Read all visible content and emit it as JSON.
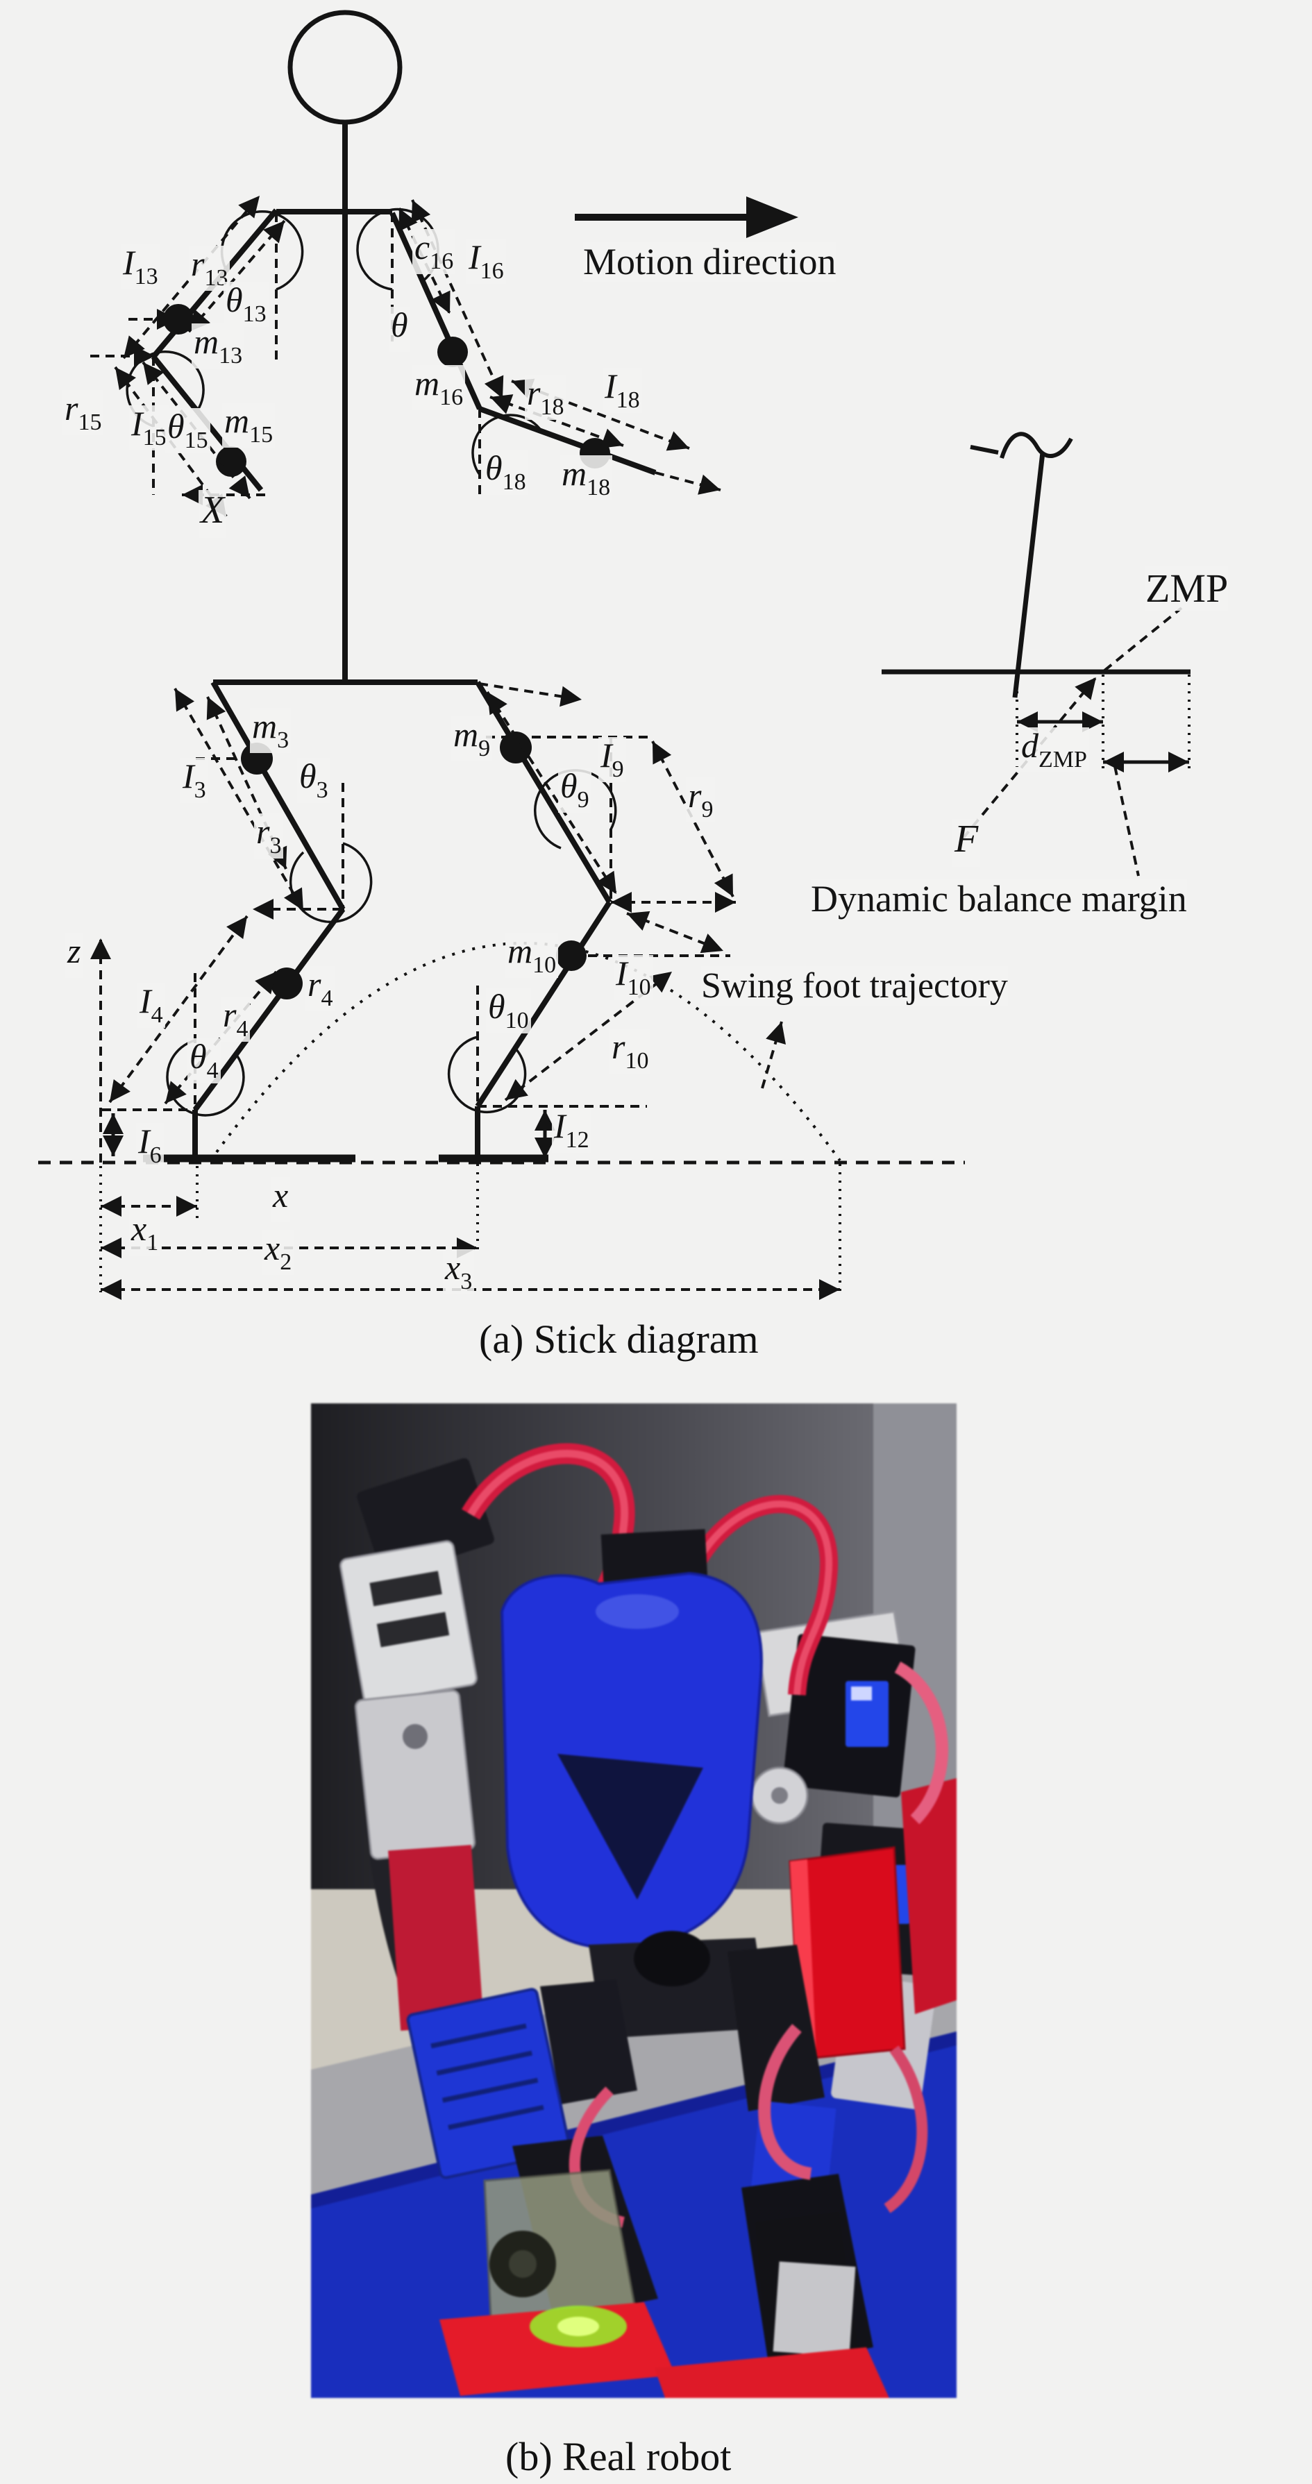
{
  "figure": {
    "panel_a": {
      "caption": "(a) Stick diagram",
      "motion_direction": "Motion direction",
      "swing_trajectory": "Swing foot trajectory",
      "zmp_inset": {
        "zmp": "ZMP",
        "force": {
          "base": "F",
          "sub": ""
        },
        "distance": {
          "base": "d",
          "sub": "ZMP"
        },
        "margin": "Dynamic balance margin"
      },
      "axes": {
        "z": {
          "base": "z",
          "sub": ""
        },
        "x": {
          "base": "x",
          "sub": ""
        },
        "x1": {
          "base": "x",
          "sub": "1"
        },
        "x2": {
          "base": "x",
          "sub": "2"
        },
        "x3": {
          "base": "x",
          "sub": "3"
        },
        "hand_end": {
          "base": "X",
          "sub": ""
        }
      },
      "labels": {
        "I13": {
          "base": "I",
          "sub": "13"
        },
        "r13": {
          "base": "r",
          "sub": "13"
        },
        "th13": {
          "base": "θ",
          "sub": "13"
        },
        "m13": {
          "base": "m",
          "sub": "13"
        },
        "r15": {
          "base": "r",
          "sub": "15"
        },
        "I15": {
          "base": "I",
          "sub": "15"
        },
        "th15": {
          "base": "θ",
          "sub": "15"
        },
        "m15": {
          "base": "m",
          "sub": "15"
        },
        "c16": {
          "base": "c",
          "sub": "16"
        },
        "I16": {
          "base": "I",
          "sub": "16"
        },
        "thR": {
          "base": "θ",
          "sub": ""
        },
        "m16": {
          "base": "m",
          "sub": "16"
        },
        "r18": {
          "base": "r",
          "sub": "18"
        },
        "I18": {
          "base": "I",
          "sub": "18"
        },
        "th18": {
          "base": "θ",
          "sub": "18"
        },
        "m18": {
          "base": "m",
          "sub": "18"
        },
        "m3": {
          "base": "m",
          "sub": "3"
        },
        "I3": {
          "base": "I",
          "sub": "3"
        },
        "th3": {
          "base": "θ",
          "sub": "3"
        },
        "r3": {
          "base": "r",
          "sub": "3"
        },
        "m9": {
          "base": "m",
          "sub": "9"
        },
        "I9": {
          "base": "I",
          "sub": "9"
        },
        "th9": {
          "base": "θ",
          "sub": "9"
        },
        "r9": {
          "base": "r",
          "sub": "9"
        },
        "I4": {
          "base": "I",
          "sub": "4"
        },
        "r4": {
          "base": "r",
          "sub": "4"
        },
        "th4": {
          "base": "θ",
          "sub": "4"
        },
        "r4b": {
          "base": "r",
          "sub": "4"
        },
        "I6": {
          "base": "I",
          "sub": "6"
        },
        "m10": {
          "base": "m",
          "sub": "10"
        },
        "I10": {
          "base": "I",
          "sub": "10"
        },
        "th10": {
          "base": "θ",
          "sub": "10"
        },
        "r10": {
          "base": "r",
          "sub": "10"
        },
        "I12": {
          "base": "I",
          "sub": "12"
        }
      }
    },
    "panel_b": {
      "caption": "(b) Real robot"
    },
    "colors": {
      "background": "#f2f2f1",
      "ink": "#141414",
      "mat_blue": "#1c2fae",
      "torso_blue": "#2433c8",
      "accent_red": "#c41f2e",
      "foot_plate_red": "#d3202c",
      "led_green": "#aee83c"
    }
  }
}
